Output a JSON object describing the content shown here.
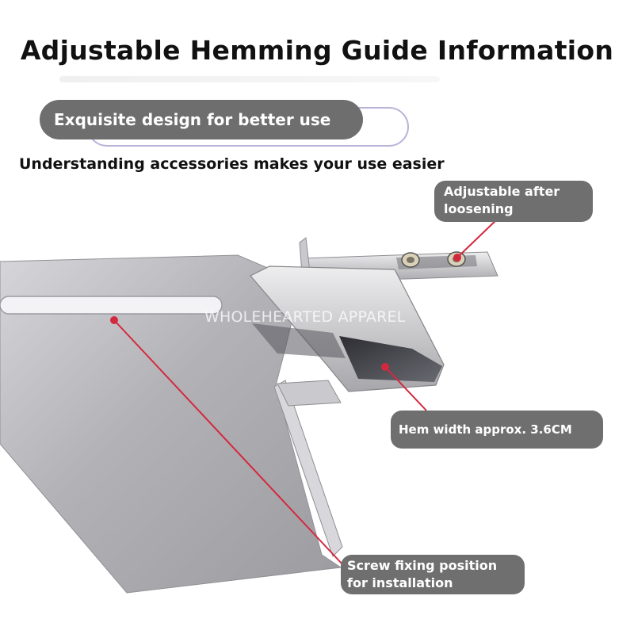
{
  "title": "Adjustable Hemming Guide Information",
  "badge": "Exquisite design for better use",
  "subtitle": "Understanding accessories makes your use easier",
  "callouts": {
    "adjustable_line1": "Adjustable after",
    "adjustable_line2": "loosening",
    "hem_width": "Hem width approx. 3.6CM",
    "screw_line1": "Screw fixing position",
    "screw_line2": "for installation"
  },
  "watermark": "WHOLEHEARTED APPAREL",
  "colors": {
    "callout_bg": "#6f6f6f",
    "marker_red": "#d3293f",
    "steel": "#b9b9bd"
  }
}
